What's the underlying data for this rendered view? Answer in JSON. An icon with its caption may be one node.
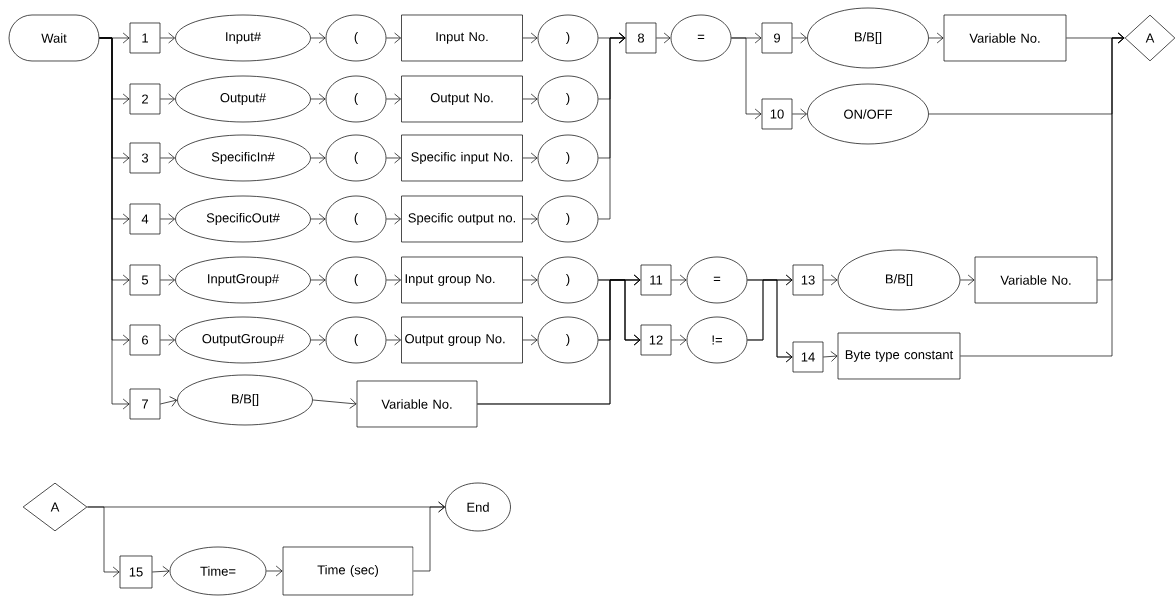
{
  "diagram": {
    "nodes": [
      {
        "text": [
          "Wait"
        ]
      },
      {
        "text": [
          "1"
        ]
      },
      {
        "text": [
          "Input#"
        ]
      },
      {
        "text": [
          "("
        ]
      },
      {
        "text": [
          "Input No."
        ]
      },
      {
        "text": [
          ")"
        ]
      },
      {
        "text": [
          "2"
        ]
      },
      {
        "text": [
          "Output#"
        ]
      },
      {
        "text": [
          "("
        ]
      },
      {
        "text": [
          "Output No."
        ]
      },
      {
        "text": [
          ")"
        ]
      },
      {
        "text": [
          "3"
        ]
      },
      {
        "text": [
          "SpecificIn#"
        ]
      },
      {
        "text": [
          "("
        ]
      },
      {
        "text": [
          "Specific input No."
        ]
      },
      {
        "text": [
          ")"
        ]
      },
      {
        "text": [
          "4"
        ]
      },
      {
        "text": [
          "SpecificOut#"
        ]
      },
      {
        "text": [
          "("
        ]
      },
      {
        "text": [
          "Specific output no."
        ]
      },
      {
        "text": [
          ")"
        ]
      },
      {
        "text": [
          "5"
        ]
      },
      {
        "text": [
          "InputGroup#"
        ]
      },
      {
        "text": [
          "("
        ]
      },
      {
        "text": [
          "Input group No."
        ]
      },
      {
        "text": [
          ")"
        ]
      },
      {
        "text": [
          "6"
        ]
      },
      {
        "text": [
          "OutputGroup#"
        ]
      },
      {
        "text": [
          "("
        ]
      },
      {
        "text": [
          "Output group No."
        ]
      },
      {
        "text": [
          ")"
        ]
      },
      {
        "text": [
          "7"
        ]
      },
      {
        "text": [
          "B/B[]"
        ]
      },
      {
        "text": [
          "Variable No."
        ]
      },
      {
        "text": [
          "8"
        ]
      },
      {
        "text": [
          "="
        ]
      },
      {
        "text": [
          "9"
        ]
      },
      {
        "text": [
          "B/B[]"
        ]
      },
      {
        "text": [
          "Variable No."
        ]
      },
      {
        "text": [
          "A"
        ]
      },
      {
        "text": [
          "10"
        ]
      },
      {
        "text": [
          "ON/OFF"
        ]
      },
      {
        "text": [
          "11"
        ]
      },
      {
        "text": [
          "="
        ]
      },
      {
        "text": [
          "12"
        ]
      },
      {
        "text": [
          "!="
        ]
      },
      {
        "text": [
          "13"
        ]
      },
      {
        "text": [
          "B/B[]"
        ]
      },
      {
        "text": [
          "Variable No."
        ]
      },
      {
        "text": [
          "14"
        ]
      },
      {
        "text": [
          "Byte type constant"
        ]
      },
      {
        "text": [
          "A"
        ]
      },
      {
        "text": [
          "End"
        ]
      },
      {
        "text": [
          "15"
        ]
      },
      {
        "text": [
          "Time="
        ]
      },
      {
        "text": [
          "Time (sec)"
        ]
      }
    ],
    "edges": [
      {
        "from": 0,
        "to": 1,
        "arrow": "to"
      },
      {
        "from": 0,
        "to": 6,
        "arrow": "to"
      },
      {
        "from": 0,
        "to": 11,
        "arrow": "to"
      },
      {
        "from": 0,
        "to": 16,
        "arrow": "to"
      },
      {
        "from": 0,
        "to": 21,
        "arrow": "to"
      },
      {
        "from": 0,
        "to": 26,
        "arrow": "to"
      },
      {
        "from": 0,
        "to": 31,
        "arrow": "to"
      },
      {
        "from": 1,
        "to": 2,
        "arrow": "to"
      },
      {
        "from": 2,
        "to": 3,
        "arrow": "to"
      },
      {
        "from": 3,
        "to": 4,
        "arrow": "to"
      },
      {
        "from": 4,
        "to": 5,
        "arrow": "to"
      },
      {
        "from": 6,
        "to": 7,
        "arrow": "to"
      },
      {
        "from": 7,
        "to": 8,
        "arrow": "to"
      },
      {
        "from": 8,
        "to": 9,
        "arrow": "to"
      },
      {
        "from": 9,
        "to": 10,
        "arrow": "to"
      },
      {
        "from": 11,
        "to": 12,
        "arrow": "to"
      },
      {
        "from": 12,
        "to": 13,
        "arrow": "to"
      },
      {
        "from": 13,
        "to": 14,
        "arrow": "to"
      },
      {
        "from": 14,
        "to": 15,
        "arrow": "to"
      },
      {
        "from": 16,
        "to": 17,
        "arrow": "to"
      },
      {
        "from": 17,
        "to": 18,
        "arrow": "to"
      },
      {
        "from": 18,
        "to": 19,
        "arrow": "to"
      },
      {
        "from": 19,
        "to": 20,
        "arrow": "to"
      },
      {
        "from": 21,
        "to": 22,
        "arrow": "to"
      },
      {
        "from": 22,
        "to": 23,
        "arrow": "to"
      },
      {
        "from": 23,
        "to": 24,
        "arrow": "to"
      },
      {
        "from": 24,
        "to": 25,
        "arrow": "to"
      },
      {
        "from": 26,
        "to": 27,
        "arrow": "to"
      },
      {
        "from": 27,
        "to": 28,
        "arrow": "to"
      },
      {
        "from": 28,
        "to": 29,
        "arrow": "to"
      },
      {
        "from": 29,
        "to": 30,
        "arrow": "to"
      },
      {
        "from": 31,
        "to": 32,
        "arrow": "to"
      },
      {
        "from": 32,
        "to": 33,
        "arrow": "to"
      },
      {
        "from": 5,
        "to": 34,
        "arrow": "to"
      },
      {
        "from": 10,
        "to": 34,
        "arrow": "to"
      },
      {
        "from": 15,
        "to": 34,
        "arrow": "to"
      },
      {
        "from": 20,
        "to": 34,
        "arrow": "to"
      },
      {
        "from": 34,
        "to": 35,
        "arrow": "to"
      },
      {
        "from": 35,
        "to": 36,
        "arrow": "to"
      },
      {
        "from": 35,
        "to": 40,
        "arrow": "to"
      },
      {
        "from": 36,
        "to": 37,
        "arrow": "to"
      },
      {
        "from": 37,
        "to": 38,
        "arrow": "to"
      },
      {
        "from": 38,
        "to": 39,
        "arrow": "to"
      },
      {
        "from": 40,
        "to": 41,
        "arrow": "to"
      },
      {
        "from": 41,
        "to": 39,
        "arrow": "to"
      },
      {
        "from": 25,
        "to": 42,
        "arrow": "to"
      },
      {
        "from": 25,
        "to": 44,
        "arrow": "to"
      },
      {
        "from": 30,
        "to": 42,
        "arrow": "to"
      },
      {
        "from": 30,
        "to": 44,
        "arrow": "to"
      },
      {
        "from": 33,
        "to": 42,
        "arrow": "to"
      },
      {
        "from": 33,
        "to": 44,
        "arrow": "to"
      },
      {
        "from": 42,
        "to": 43,
        "arrow": "to"
      },
      {
        "from": 44,
        "to": 45,
        "arrow": "to"
      },
      {
        "from": 43,
        "to": 46,
        "arrow": "to"
      },
      {
        "from": 43,
        "to": 49,
        "arrow": "to"
      },
      {
        "from": 45,
        "to": 46,
        "arrow": "to"
      },
      {
        "from": 45,
        "to": 49,
        "arrow": "to"
      },
      {
        "from": 46,
        "to": 47,
        "arrow": "to"
      },
      {
        "from": 47,
        "to": 48,
        "arrow": "to"
      },
      {
        "from": 48,
        "to": 39,
        "arrow": "to"
      },
      {
        "from": 49,
        "to": 50,
        "arrow": "to"
      },
      {
        "from": 50,
        "to": 39,
        "arrow": "to"
      },
      {
        "from": 51,
        "to": 52,
        "arrow": "to"
      },
      {
        "from": 51,
        "to": 53,
        "arrow": "to"
      },
      {
        "from": 53,
        "to": 54,
        "arrow": "to"
      },
      {
        "from": 54,
        "to": 55,
        "arrow": "to"
      },
      {
        "from": 55,
        "to": 52,
        "arrow": "to"
      }
    ]
  }
}
